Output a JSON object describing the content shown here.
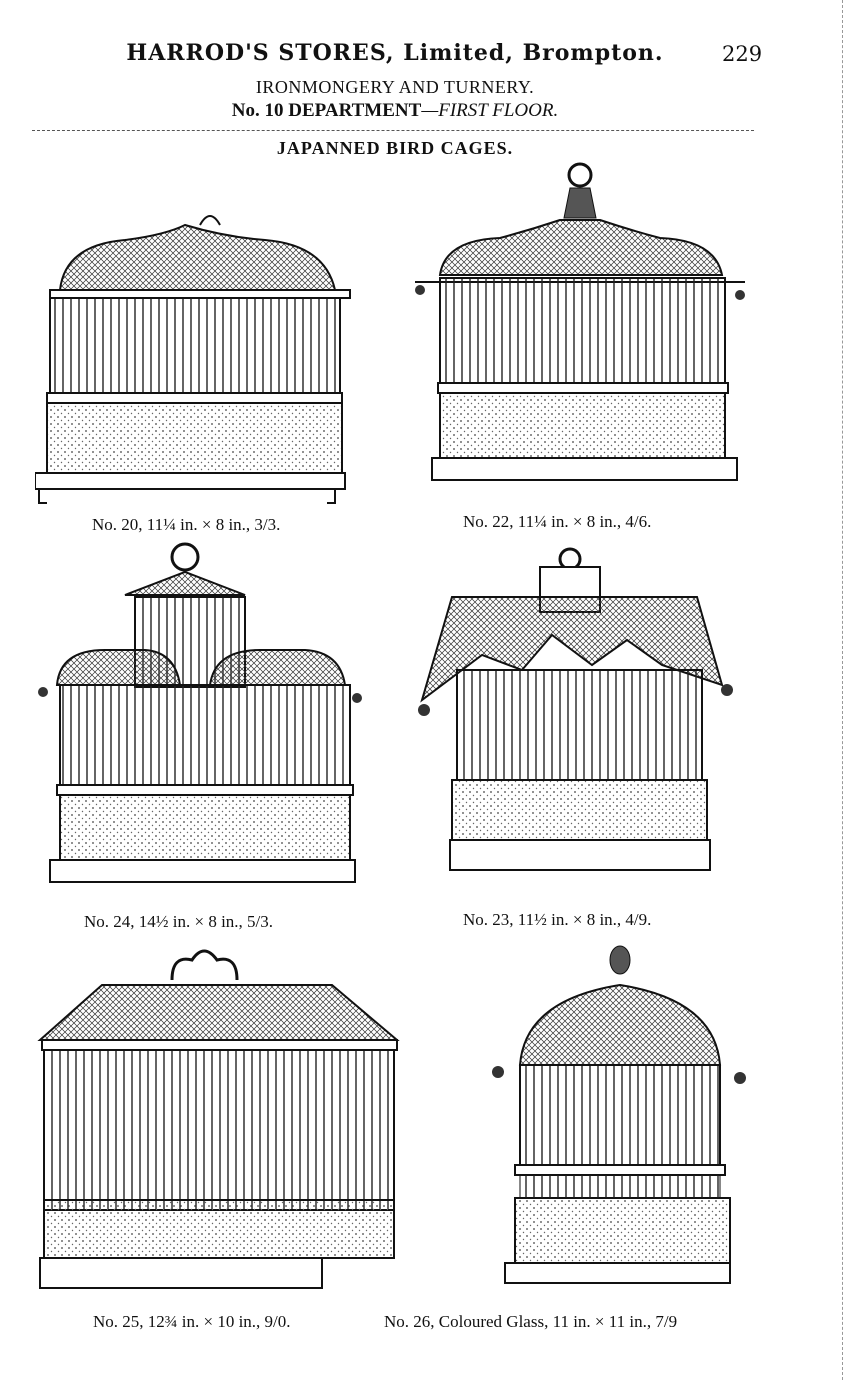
{
  "header": {
    "store_name": "HARROD'S STORES, Limited, Brompton.",
    "page_number": "229",
    "section": "IRONMONGERY AND TURNERY.",
    "department": "No. 10 DEPARTMENT",
    "floor": "—FIRST FLOOR.",
    "heading": "JAPANNED BIRD CAGES."
  },
  "items": [
    {
      "caption": "No. 20, 11¼ in. × 8 in., 3/3."
    },
    {
      "caption": "No. 22, 11¼ in. × 8 in., 4/6."
    },
    {
      "caption": "No. 24, 14½ in. × 8 in., 5/3."
    },
    {
      "caption": "No. 23, 11½ in. × 8 in., 4/9."
    },
    {
      "caption": "No. 25, 12¾ in. × 10 in., 9/0."
    },
    {
      "caption": "No. 26, Coloured Glass, 11 in. × 11 in., 7/9"
    }
  ]
}
